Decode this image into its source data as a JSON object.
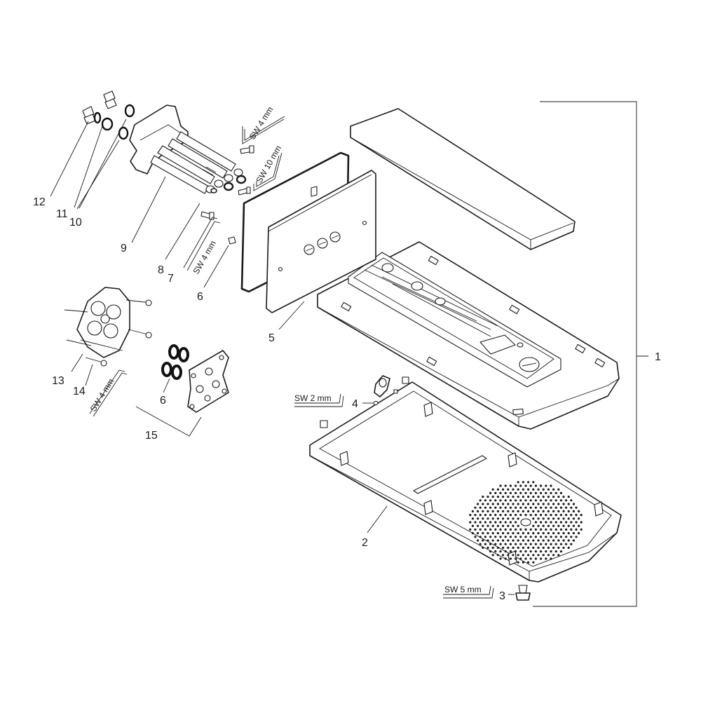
{
  "part_numbers": {
    "p1": "1",
    "p2": "2",
    "p3": "3",
    "p4": "4",
    "p5": "5",
    "p6a": "6",
    "p6b": "6",
    "p7": "7",
    "p8": "8",
    "p9": "9",
    "p10": "10",
    "p11": "11",
    "p12": "12",
    "p13": "13",
    "p14": "14",
    "p15": "15"
  },
  "tool_labels": {
    "sw4_top": "SW 4 mm",
    "sw10": "SW 10 mm",
    "sw4_mid": "SW 4 mm",
    "sw4_low": "SW 4 mm",
    "sw2": "SW 2 mm",
    "sw5": "SW 5 mm"
  },
  "icons": [
    "allen-key-icon",
    "o-ring-icon",
    "screw-icon",
    "nozzle-icon"
  ],
  "colors": {
    "line": "#1a1a1a",
    "background": "#ffffff"
  }
}
